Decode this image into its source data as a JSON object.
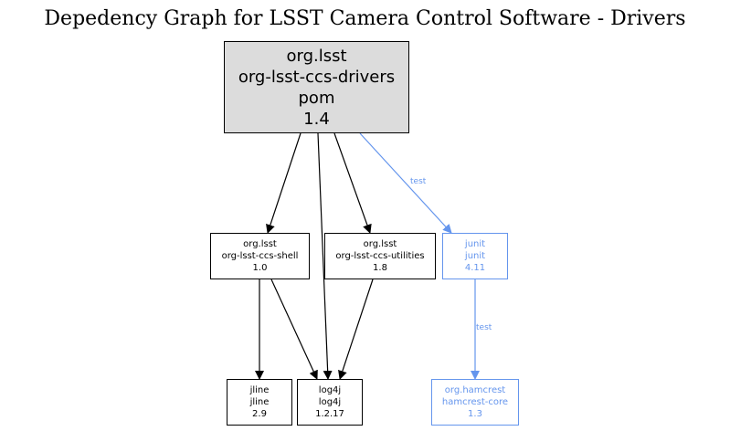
{
  "title": "Depedency Graph for LSST Camera Control Software - Drivers",
  "colors": {
    "test_scope": "#6495ed",
    "root_fill": "#dcdcdc",
    "default": "#000000"
  },
  "nodes": {
    "root": {
      "group": "org.lsst",
      "artifact": "org-lsst-ccs-drivers",
      "packaging": "pom",
      "version": "1.4"
    },
    "shell": {
      "group": "org.lsst",
      "artifact": "org-lsst-ccs-shell",
      "version": "1.0"
    },
    "utilities": {
      "group": "org.lsst",
      "artifact": "org-lsst-ccs-utilities",
      "version": "1.8"
    },
    "junit": {
      "group": "junit",
      "artifact": "junit",
      "version": "4.11"
    },
    "jline": {
      "group": "jline",
      "artifact": "jline",
      "version": "2.9"
    },
    "log4j": {
      "group": "log4j",
      "artifact": "log4j",
      "version": "1.2.17"
    },
    "hamcrest": {
      "group": "org.hamcrest",
      "artifact": "hamcrest-core",
      "version": "1.3"
    }
  },
  "edges": [
    {
      "from": "root",
      "to": "shell",
      "label": ""
    },
    {
      "from": "root",
      "to": "log4j",
      "label": ""
    },
    {
      "from": "root",
      "to": "utilities",
      "label": ""
    },
    {
      "from": "root",
      "to": "junit",
      "label": "test"
    },
    {
      "from": "shell",
      "to": "jline",
      "label": ""
    },
    {
      "from": "shell",
      "to": "log4j",
      "label": ""
    },
    {
      "from": "utilities",
      "to": "log4j",
      "label": ""
    },
    {
      "from": "junit",
      "to": "hamcrest",
      "label": "test"
    }
  ]
}
